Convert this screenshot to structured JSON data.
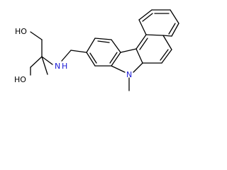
{
  "atoms": {
    "oh_top": "HO",
    "oh_bottom": "HO",
    "amine_n": "N",
    "amine_h": "H",
    "ring_n": "N"
  },
  "colors": {
    "bond": "#000000",
    "nitrogen": "#1a1ad6",
    "oxygen": "#000000",
    "background": "#ffffff"
  }
}
